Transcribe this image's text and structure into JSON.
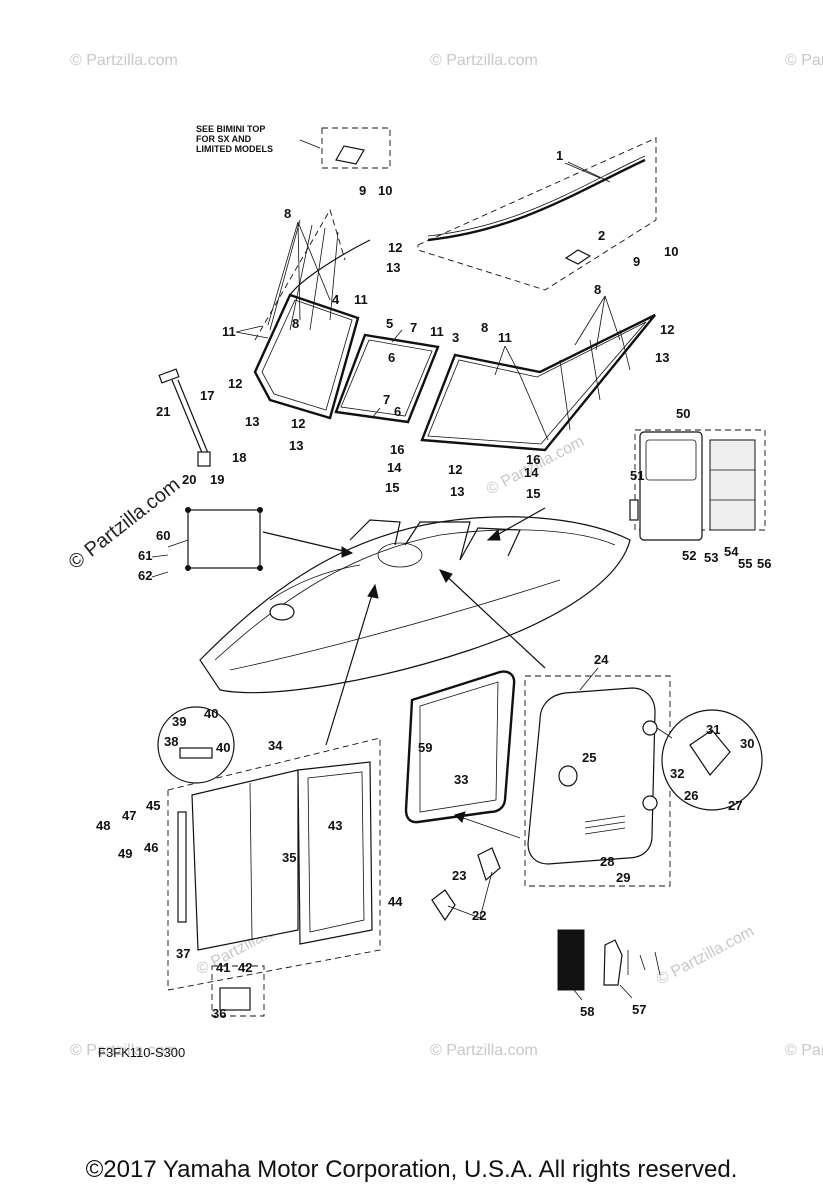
{
  "note": {
    "line1": "SEE BIMINI TOP",
    "line2": "FOR SX AND",
    "line3": "LIMITED MODELS"
  },
  "diagram_code": "F3FK110-S300",
  "copyright": "©2017  Yamaha Motor Corporation, U.S.A. All rights reserved.",
  "watermark": {
    "short": "© Partzilla.com",
    "large": "© Partzilla.com"
  },
  "callouts": {
    "c1": "1",
    "c2": "2",
    "c3": "3",
    "c4": "4",
    "c5": "5",
    "c6a": "6",
    "c6b": "6",
    "c7a": "7",
    "c7b": "7",
    "c8a": "8",
    "c8b": "8",
    "c8c": "8",
    "c8d": "8",
    "c9a": "9",
    "c9b": "9",
    "c10a": "10",
    "c10b": "10",
    "c11a": "11",
    "c11b": "11",
    "c11c": "11",
    "c11d": "11",
    "c12a": "12",
    "c12b": "12",
    "c12c": "12",
    "c12d": "12",
    "c12e": "12",
    "c13a": "13",
    "c13b": "13",
    "c13c": "13",
    "c13d": "13",
    "c13e": "13",
    "c14a": "14",
    "c14b": "14",
    "c15a": "15",
    "c15b": "15",
    "c16a": "16",
    "c16b": "16",
    "c17": "17",
    "c18": "18",
    "c19": "19",
    "c20": "20",
    "c21": "21",
    "c22": "22",
    "c23": "23",
    "c24": "24",
    "c25": "25",
    "c26": "26",
    "c27": "27",
    "c28": "28",
    "c29": "29",
    "c30": "30",
    "c31": "31",
    "c32": "32",
    "c33": "33",
    "c34": "34",
    "c35": "35",
    "c36": "36",
    "c37": "37",
    "c38": "38",
    "c39": "39",
    "c40a": "40",
    "c40b": "40",
    "c41": "41",
    "c42": "42",
    "c43": "43",
    "c44": "44",
    "c45": "45",
    "c46": "46",
    "c47": "47",
    "c48": "48",
    "c49": "49",
    "c50": "50",
    "c51": "51",
    "c52": "52",
    "c53": "53",
    "c54": "54",
    "c55": "55",
    "c56": "56",
    "c57": "57",
    "c58": "58",
    "c59": "59",
    "c60": "60",
    "c61": "61",
    "c62": "62"
  }
}
